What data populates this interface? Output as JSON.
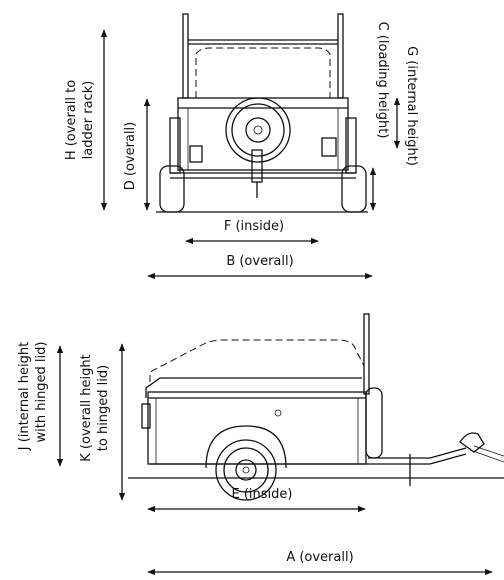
{
  "labels": {
    "h": "H (overall to",
    "h2": "ladder rack)",
    "d": "D (overall)",
    "c": "C (loading height)",
    "g": "G (internal height)",
    "f": "F (inside)",
    "b": "B (overall)",
    "j": "J (internal height",
    "j2": "with hinged lid)",
    "k": "K (overall height",
    "k2": "to hinged lid)",
    "e": "E (inside)",
    "a": "A (overall)"
  }
}
